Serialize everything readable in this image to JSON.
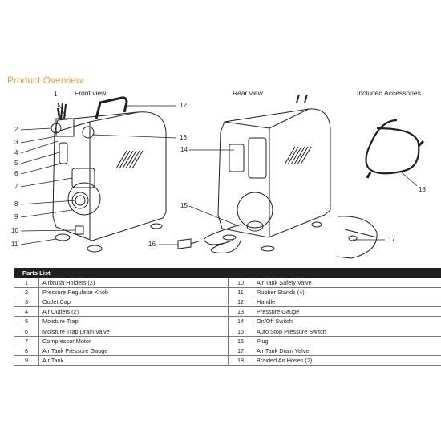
{
  "title": "Product Overview",
  "views": {
    "front": "Front view",
    "rear": "Rear view",
    "accessories": "Included Accessories"
  },
  "callouts": [
    "1",
    "2",
    "3",
    "4",
    "5",
    "6",
    "7",
    "8",
    "9",
    "10",
    "11",
    "12",
    "13",
    "14",
    "15",
    "16",
    "17",
    "18"
  ],
  "parts_list": {
    "header": "Parts List",
    "rows": [
      {
        "n1": "1",
        "d1": "Airbrush Holders (2)",
        "n2": "10",
        "d2": "Air Tank Safety Valve"
      },
      {
        "n1": "2",
        "d1": "Pressure Regulator Knob",
        "n2": "11",
        "d2": "Rubber Stands  (4)"
      },
      {
        "n1": "3",
        "d1": "Outlet Cap",
        "n2": "12",
        "d2": "Handle"
      },
      {
        "n1": "4",
        "d1": "Air Outlets (2)",
        "n2": "13",
        "d2": "Pressure Gauge"
      },
      {
        "n1": "5",
        "d1": "Moisture Trap",
        "n2": "14",
        "d2": "On/Off Switch"
      },
      {
        "n1": "6",
        "d1": "Moisture Trap Drain Valve",
        "n2": "15",
        "d2": "Auto Stop Pressure Switch"
      },
      {
        "n1": "7",
        "d1": "Compressor Motor",
        "n2": "16",
        "d2": "Plug"
      },
      {
        "n1": "8",
        "d1": "Air Tank Pressure Gauge",
        "n2": "17",
        "d2": "Air Tank Drain Valve"
      },
      {
        "n1": "9",
        "d1": "Air Tank",
        "n2": "18",
        "d2": "Braided Air Hoses (2)"
      }
    ]
  }
}
